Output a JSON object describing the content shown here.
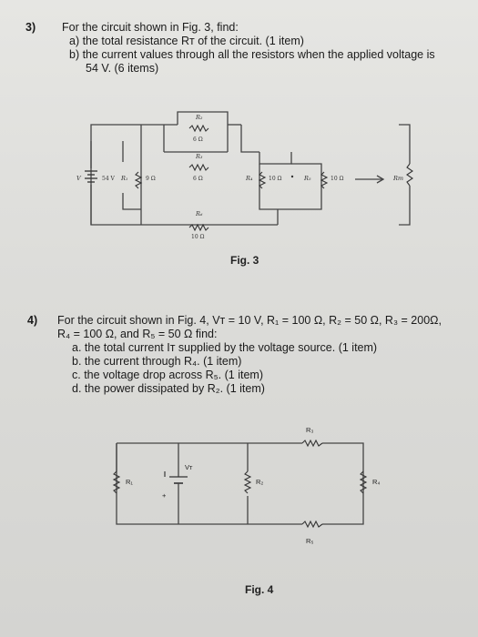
{
  "q3": {
    "number": "3)",
    "intro": "For the circuit shown in Fig. 3, find:",
    "a": "a)  the total resistance Rт of the circuit. (1 item)",
    "b1": "b)  the current values through all the resistors when the applied voltage is",
    "b2": "54 V. (6 items)"
  },
  "fig3": {
    "caption": "Fig. 3",
    "V": "V",
    "source": "54 V",
    "R1": "R₁",
    "R1_val": "9 Ω",
    "R2": "R₂",
    "R2_val": "6 Ω",
    "R3": "R₃",
    "R3_val": "6 Ω",
    "R4": "R₄",
    "R4_val": "10 Ω",
    "R5": "R₅",
    "R5_val": "10 Ω",
    "R6": "R₆",
    "R6_val": "10 Ω",
    "RT": "Rт"
  },
  "q4": {
    "number": "4)",
    "intro1": "For the circuit shown in Fig. 4, Vт = 10 V, R₁ = 100 Ω, R₂ = 50 Ω, R₃ = 200Ω,",
    "intro2": "R₄ = 100 Ω, and R₅ = 50 Ω find:",
    "a": "a.  the total current Iт supplied by the voltage source. (1 item)",
    "b": "b.  the current through R₄. (1 item)",
    "c": "c.  the voltage drop across R₅. (1 item)",
    "d": "d.  the power dissipated by R₂. (1 item)"
  },
  "fig4": {
    "caption": "Fig. 4",
    "R1": "R₁",
    "R2": "R₂",
    "R3": "R₃",
    "R4": "R₄",
    "R5": "R₅",
    "VT": "Vт",
    "plus": "+"
  }
}
